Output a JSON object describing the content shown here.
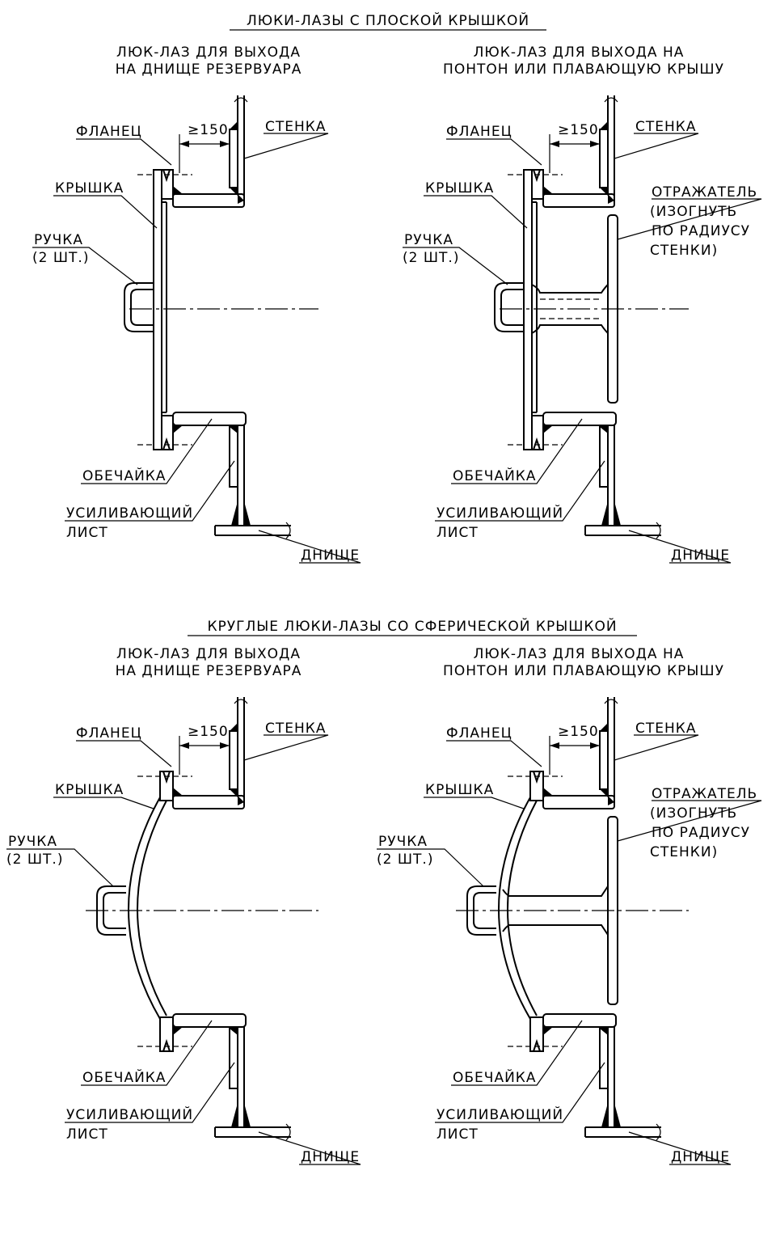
{
  "section1": {
    "title": "ЛЮКИ-ЛАЗЫ С ПЛОСКОЙ КРЫШКОЙ",
    "left": {
      "caption_line1": "ЛЮК-ЛАЗ ДЛЯ ВЫХОДА",
      "caption_line2": "НА ДНИЩЕ РЕЗЕРВУАРА"
    },
    "right": {
      "caption_line1": "ЛЮК-ЛАЗ ДЛЯ ВЫХОДА НА",
      "caption_line2": "ПОНТОН ИЛИ ПЛАВАЮЩУЮ КРЫШУ"
    }
  },
  "section2": {
    "title": "КРУГЛЫЕ ЛЮКИ-ЛАЗЫ СО СФЕРИЧЕСКОЙ КРЫШКОЙ",
    "left": {
      "caption_line1": "ЛЮК-ЛАЗ ДЛЯ ВЫХОДА",
      "caption_line2": "НА ДНИЩЕ РЕЗЕРВУАРА"
    },
    "right": {
      "caption_line1": "ЛЮК-ЛАЗ ДЛЯ ВЫХОДА НА",
      "caption_line2": "ПОНТОН ИЛИ ПЛАВАЮЩУЮ КРЫШУ"
    }
  },
  "labels": {
    "flange": "ФЛАНЕЦ",
    "wall": "СТЕНКА",
    "cover": "КРЫШКА",
    "handle_line1": "РУЧКА",
    "handle_line2": "(2 ШТ.)",
    "shell": "ОБЕЧАЙКА",
    "reinforcing_line1": "УСИЛИВАЮЩИЙ",
    "reinforcing_line2": "ЛИСТ",
    "bottom": "ДНИЩЕ",
    "reflector_line1": "ОТРАЖАТЕЛЬ",
    "reflector_line2": "(ИЗОГНУТЬ",
    "reflector_line3": "ПО РАДИУСУ",
    "reflector_line4": "СТЕНКИ)",
    "dimension": "≥150"
  }
}
